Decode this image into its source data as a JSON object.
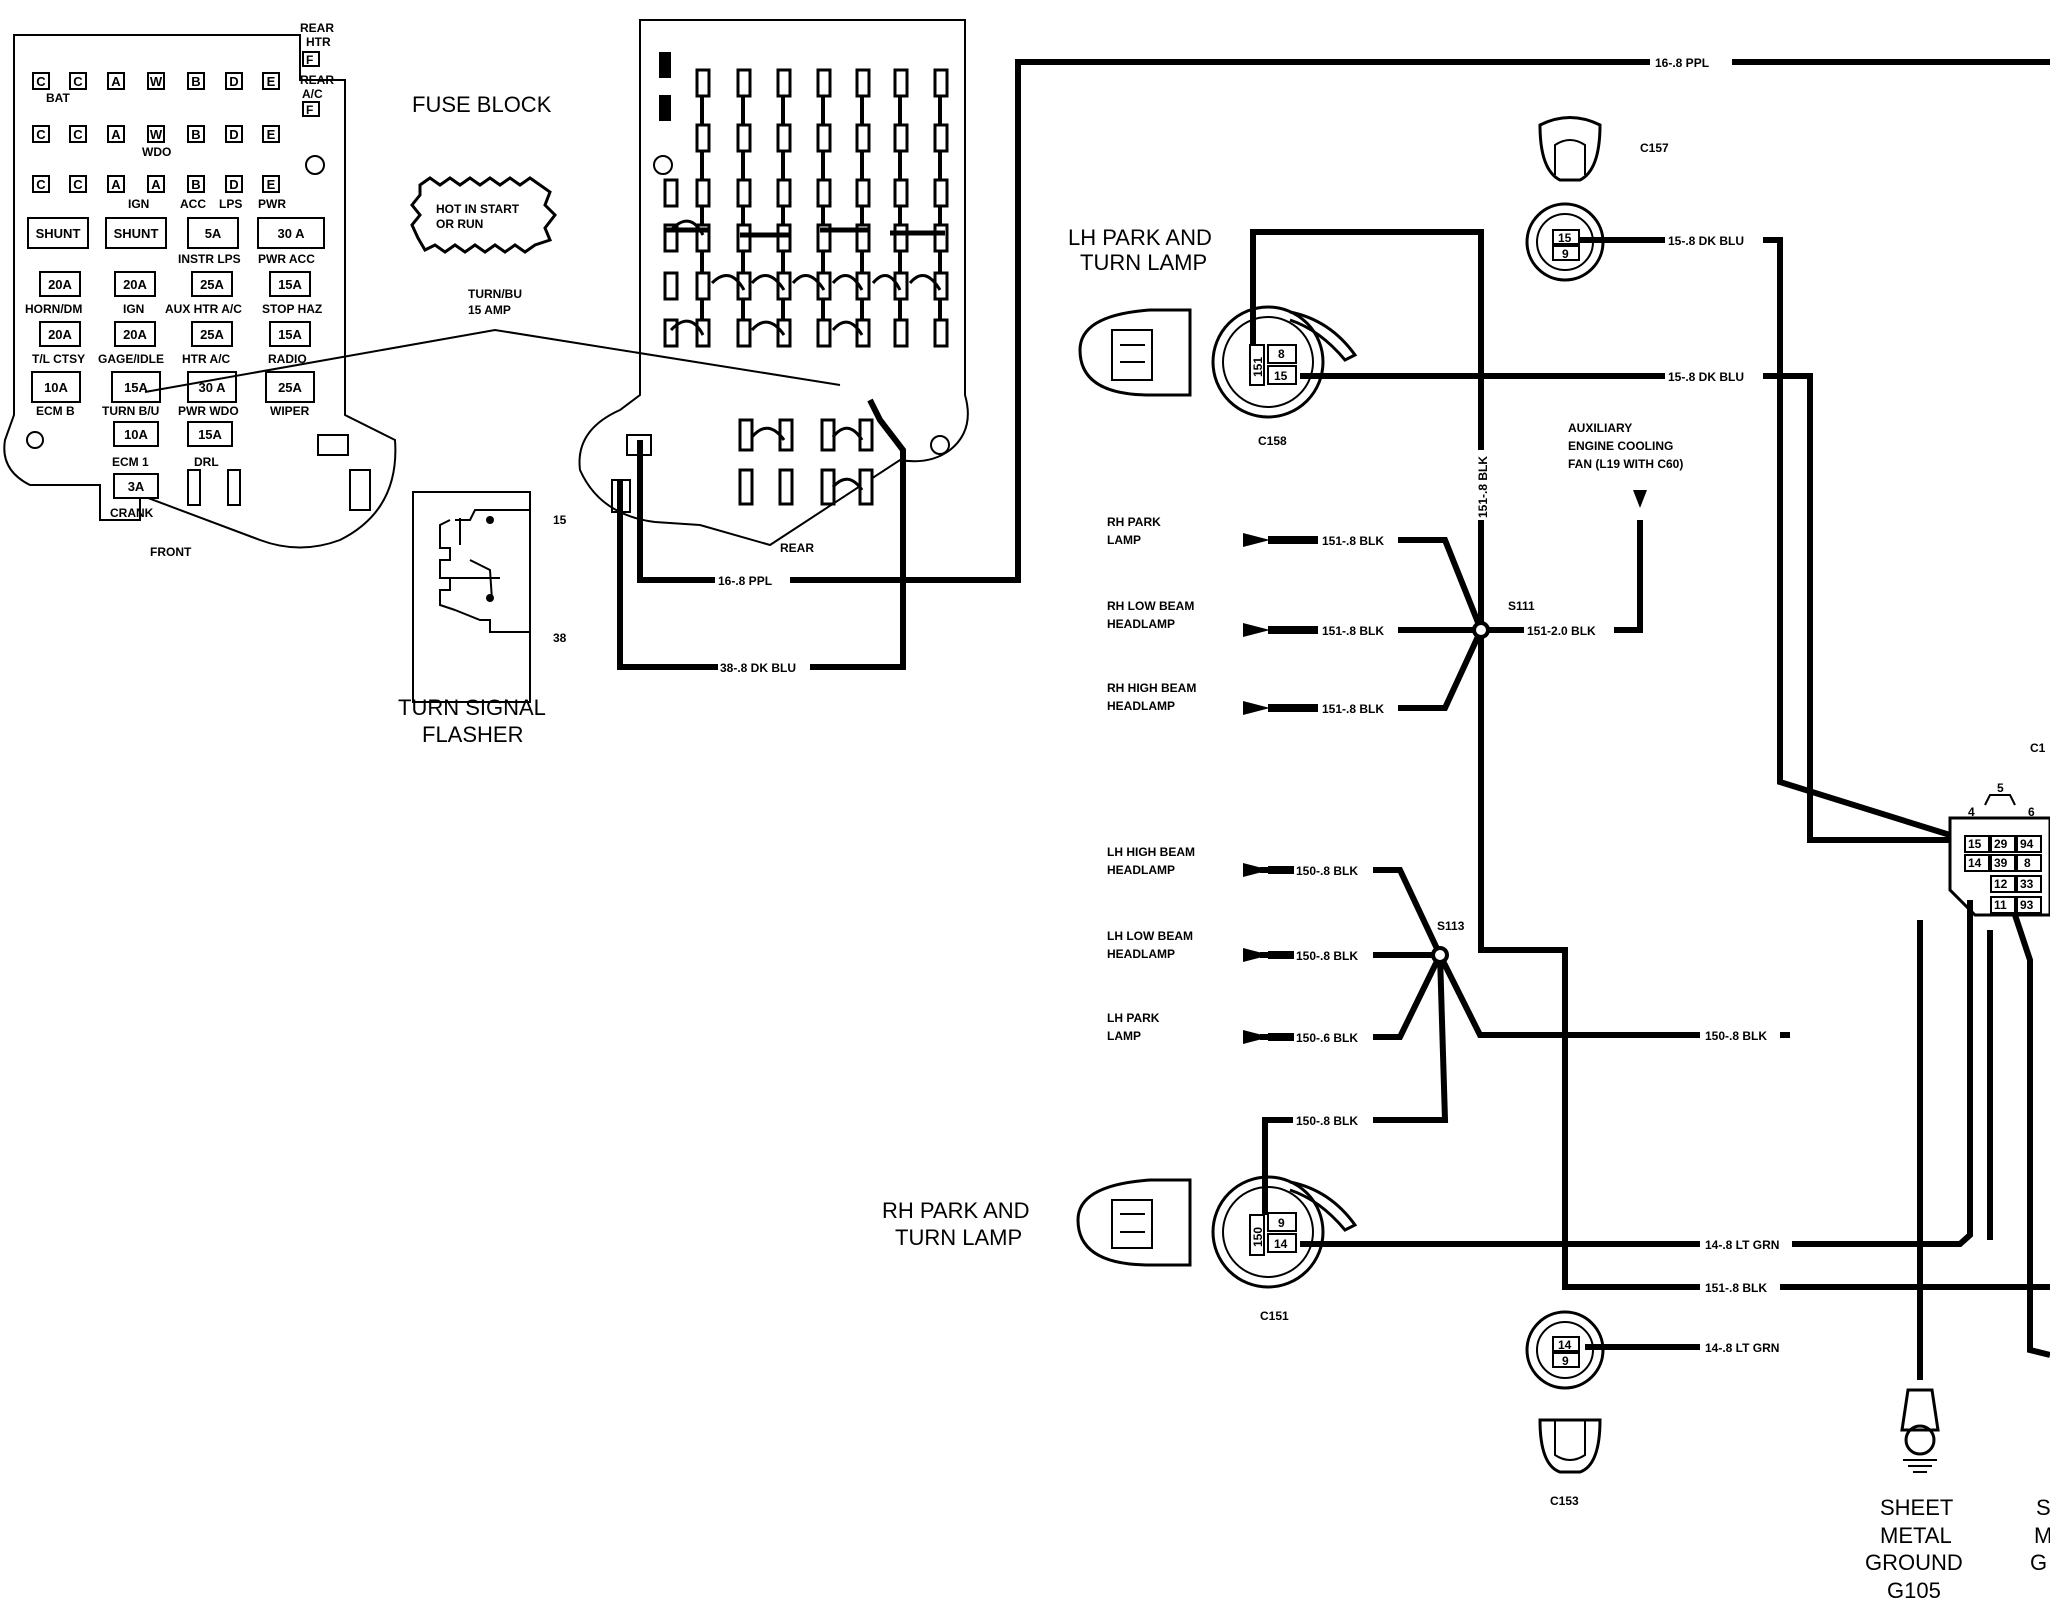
{
  "fuse_block": {
    "title": "FUSE BLOCK",
    "front_label": "FRONT",
    "rear_label": "REAR",
    "hot_note_line1": "HOT IN START",
    "hot_note_line2": "OR RUN",
    "turn_fuse_line1": "TURN/BU",
    "turn_fuse_line2": "15 AMP",
    "top_right": [
      "REAR",
      "HTR",
      "F",
      "REAR",
      "A/C",
      "F"
    ],
    "row1": [
      "C",
      "C",
      "A",
      "W",
      "B",
      "D",
      "E"
    ],
    "bat_label": "BAT",
    "row2": [
      "C",
      "C",
      "A",
      "W",
      "B",
      "D",
      "E"
    ],
    "wdo_label": "WDO",
    "row3": [
      "C",
      "C",
      "A",
      "A",
      "B",
      "D",
      "E"
    ],
    "ign_label": "IGN",
    "acc_label": "ACC",
    "lps_label": "LPS",
    "pwr_label": "PWR",
    "fuses": [
      {
        "value": "SHUNT",
        "label": ""
      },
      {
        "value": "SHUNT",
        "label": ""
      },
      {
        "value": "5A",
        "label": "INSTR LPS"
      },
      {
        "value": "30 A",
        "label": "PWR ACC"
      },
      {
        "value": "20A",
        "label": "HORN/DM"
      },
      {
        "value": "20A",
        "label": "IGN"
      },
      {
        "value": "25A",
        "label": "AUX HTR A/C"
      },
      {
        "value": "15A",
        "label": "STOP HAZ"
      },
      {
        "value": "20A",
        "label": "T/L CTSY"
      },
      {
        "value": "20A",
        "label": "GAGE/IDLE"
      },
      {
        "value": "25A",
        "label": "HTR A/C"
      },
      {
        "value": "15A",
        "label": "RADIO"
      },
      {
        "value": "10A",
        "label": "ECM B"
      },
      {
        "value": "15A",
        "label": "TURN B/U"
      },
      {
        "value": "30 A",
        "label": "PWR WDO"
      },
      {
        "value": "25A",
        "label": "WIPER"
      },
      {
        "value": "10A",
        "label": "ECM 1"
      },
      {
        "value": "15A",
        "label": "DRL"
      },
      {
        "value": "3A",
        "label": "CRANK"
      }
    ]
  },
  "flasher": {
    "title_line1": "TURN SIGNAL",
    "title_line2": "FLASHER",
    "terminal_top": "15",
    "terminal_bottom": "38"
  },
  "wires": {
    "ppl_top": "16-.8 PPL",
    "ppl_bottom": "16-.8 PPL",
    "dkblu_flasher": "38-.8 DK BLU",
    "dkblu_c157": "15-.8 DK BLU",
    "dkblu_c158": "15-.8 DK BLU",
    "blk_vertical": "151-.8 BLK",
    "rh_park_wire": "151-.8 BLK",
    "rh_low_wire": "151-.8 BLK",
    "rh_high_wire": "151-.8 BLK",
    "s111_out": "151-2.0 BLK",
    "lh_high_wire": "150-.8 BLK",
    "lh_low_wire": "150-.8 BLK",
    "lh_park_wire": "150-.6 BLK",
    "s113_out": "150-.8 BLK",
    "c151_wire": "150-.8 BLK",
    "ltgrn_c151": "14-.8 LT GRN",
    "blk_151_bottom": "151-.8 BLK",
    "ltgrn_c153": "14-.8 LT GRN"
  },
  "components": {
    "lh_park_line1": "LH PARK AND",
    "lh_park_line2": "TURN LAMP",
    "rh_park_line1": "RH PARK AND",
    "rh_park_line2": "TURN LAMP",
    "c157": "C157",
    "c158": "C158",
    "c151": "C151",
    "c153": "C153",
    "c10x": "C1",
    "s111": "S111",
    "s113": "S113",
    "aux_line1": "AUXILIARY",
    "aux_line2": "ENGINE COOLING",
    "aux_line3": "FAN (L19 WITH C60)",
    "rh_park_lamp_line1": "RH PARK",
    "rh_park_lamp_line2": "LAMP",
    "rh_low_line1": "RH LOW BEAM",
    "rh_low_line2": "HEADLAMP",
    "rh_high_line1": "RH HIGH BEAM",
    "rh_high_line2": "HEADLAMP",
    "lh_high_line1": "LH HIGH BEAM",
    "lh_high_line2": "HEADLAMP",
    "lh_low_line1": "LH LOW BEAM",
    "lh_low_line2": "HEADLAMP",
    "lh_park_lamp_line1": "LH PARK",
    "lh_park_lamp_line2": "LAMP",
    "ground_line1": "SHEET",
    "ground_line2": "METAL",
    "ground_line3": "GROUND",
    "ground_line4": "G105",
    "ground2_line1": "S",
    "ground2_line2": "M",
    "ground2_line3": "G",
    "pins_c158": [
      "151",
      "8",
      "15"
    ],
    "pins_c151": [
      "150",
      "9",
      "14"
    ],
    "pins_c157": [
      "15",
      "9"
    ],
    "pins_c153": [
      "14",
      "9"
    ],
    "conn_pin_top": "5",
    "conn_pin_4": "4",
    "conn_pin_6": "6",
    "conn_grid": [
      "15",
      "29",
      "94",
      "14",
      "39",
      "8",
      "12",
      "33",
      "11",
      "93"
    ]
  }
}
